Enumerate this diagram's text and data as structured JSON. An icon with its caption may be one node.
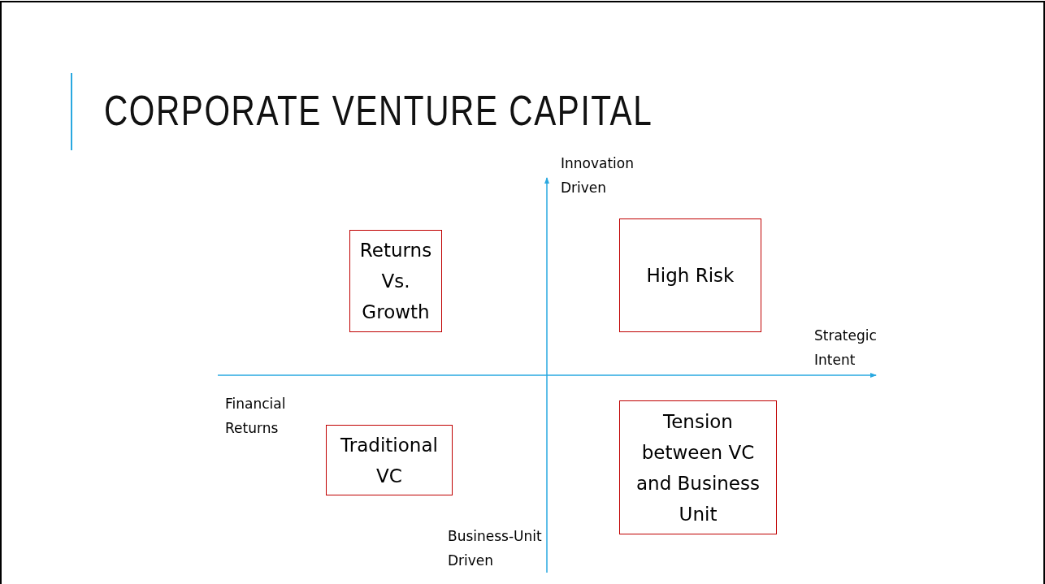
{
  "diagram": {
    "title": "CORPORATE VENTURE CAPITAL",
    "nodes": [
      {
        "text": [
          "Returns Vs. Growth"
        ]
      },
      {
        "text": [
          "High Risk"
        ]
      },
      {
        "text": [
          "Traditional VC"
        ]
      },
      {
        "text": [
          "Tension between VC and Business Unit"
        ]
      }
    ],
    "edges": [],
    "labels": [
      "Innovation Driven",
      "Strategic Intent",
      "Financial Returns",
      "Business-Unit Driven"
    ]
  }
}
